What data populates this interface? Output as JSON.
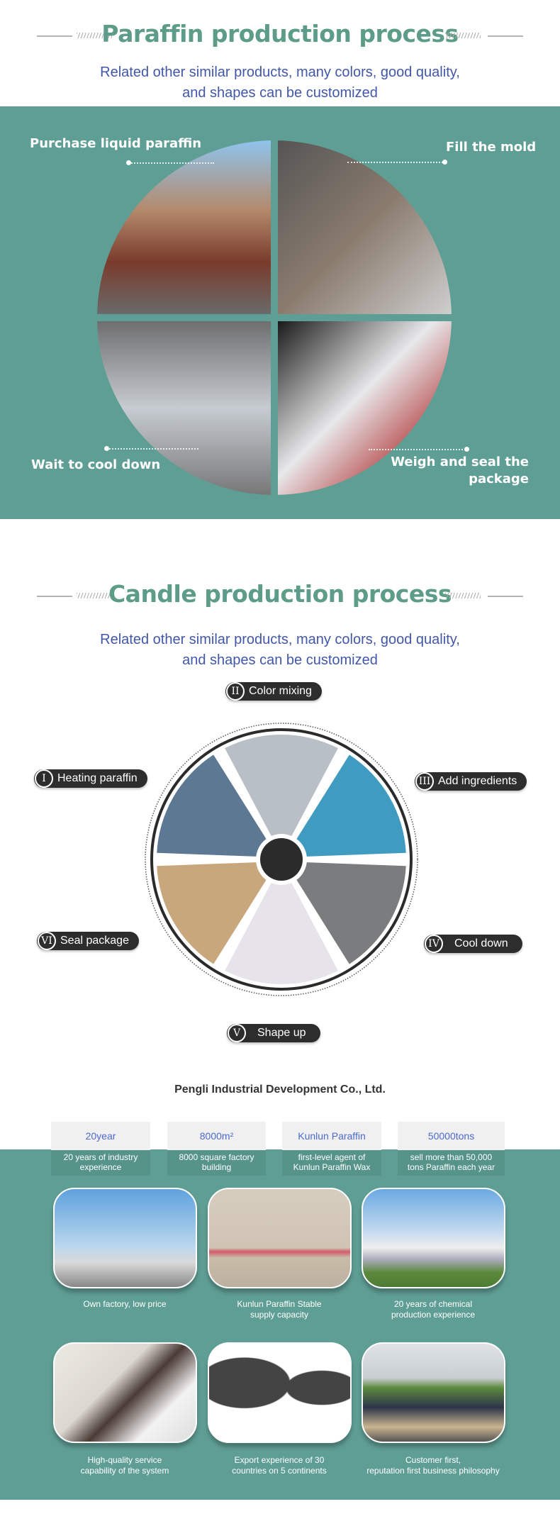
{
  "paraffin_section": {
    "title": "Paraffin production process",
    "subtitle_line1": "Related other similar products, many colors, good quality,",
    "subtitle_line2": "and shapes can be customized",
    "steps": [
      "Purchase liquid paraffin",
      "Fill the mold",
      "Wait to cool down",
      "Weigh and seal the",
      "package"
    ]
  },
  "candle_section": {
    "title": "Candle production process",
    "subtitle_line1": "Related other similar products, many colors, good quality,",
    "subtitle_line2": "and shapes can be customized",
    "steps": [
      {
        "num": "I",
        "label": "Heating paraffin"
      },
      {
        "num": "II",
        "label": "Color mixing"
      },
      {
        "num": "III",
        "label": "Add ingredients"
      },
      {
        "num": "IV",
        "label": "Cool down"
      },
      {
        "num": "V",
        "label": "Shape up"
      },
      {
        "num": "VI",
        "label": "Seal package"
      }
    ]
  },
  "company": {
    "name": "Pengli Industrial Development Co., Ltd.",
    "stats": [
      {
        "value": "20year",
        "desc1": "20 years of industry",
        "desc2": "experience"
      },
      {
        "value": "8000m²",
        "desc1": "8000 square factory",
        "desc2": "building"
      },
      {
        "value": "Kunlun Paraffin",
        "desc1": "first-level agent of",
        "desc2": "Kunlun Paraffin Wax"
      },
      {
        "value": "50000tons",
        "desc1": "sell more than 50,000",
        "desc2": "tons Paraffin each year"
      }
    ],
    "features": [
      {
        "line1": "Own factory, low price",
        "line2": ""
      },
      {
        "line1": "Kunlun Paraffin Stable",
        "line2": "supply capacity"
      },
      {
        "line1": "20 years of chemical",
        "line2": "production experience"
      },
      {
        "line1": "High-quality service",
        "line2": "capability of the system"
      },
      {
        "line1": "Export experience of 30",
        "line2": "countries on 5 continents"
      },
      {
        "line1": "Customer first,",
        "line2": "reputation first business philosophy"
      }
    ]
  },
  "colors": {
    "teal": "#5f9e94",
    "title_green": "#5c9c89",
    "subtitle_blue": "#4257a8",
    "stat_blue": "#4b69cf"
  }
}
